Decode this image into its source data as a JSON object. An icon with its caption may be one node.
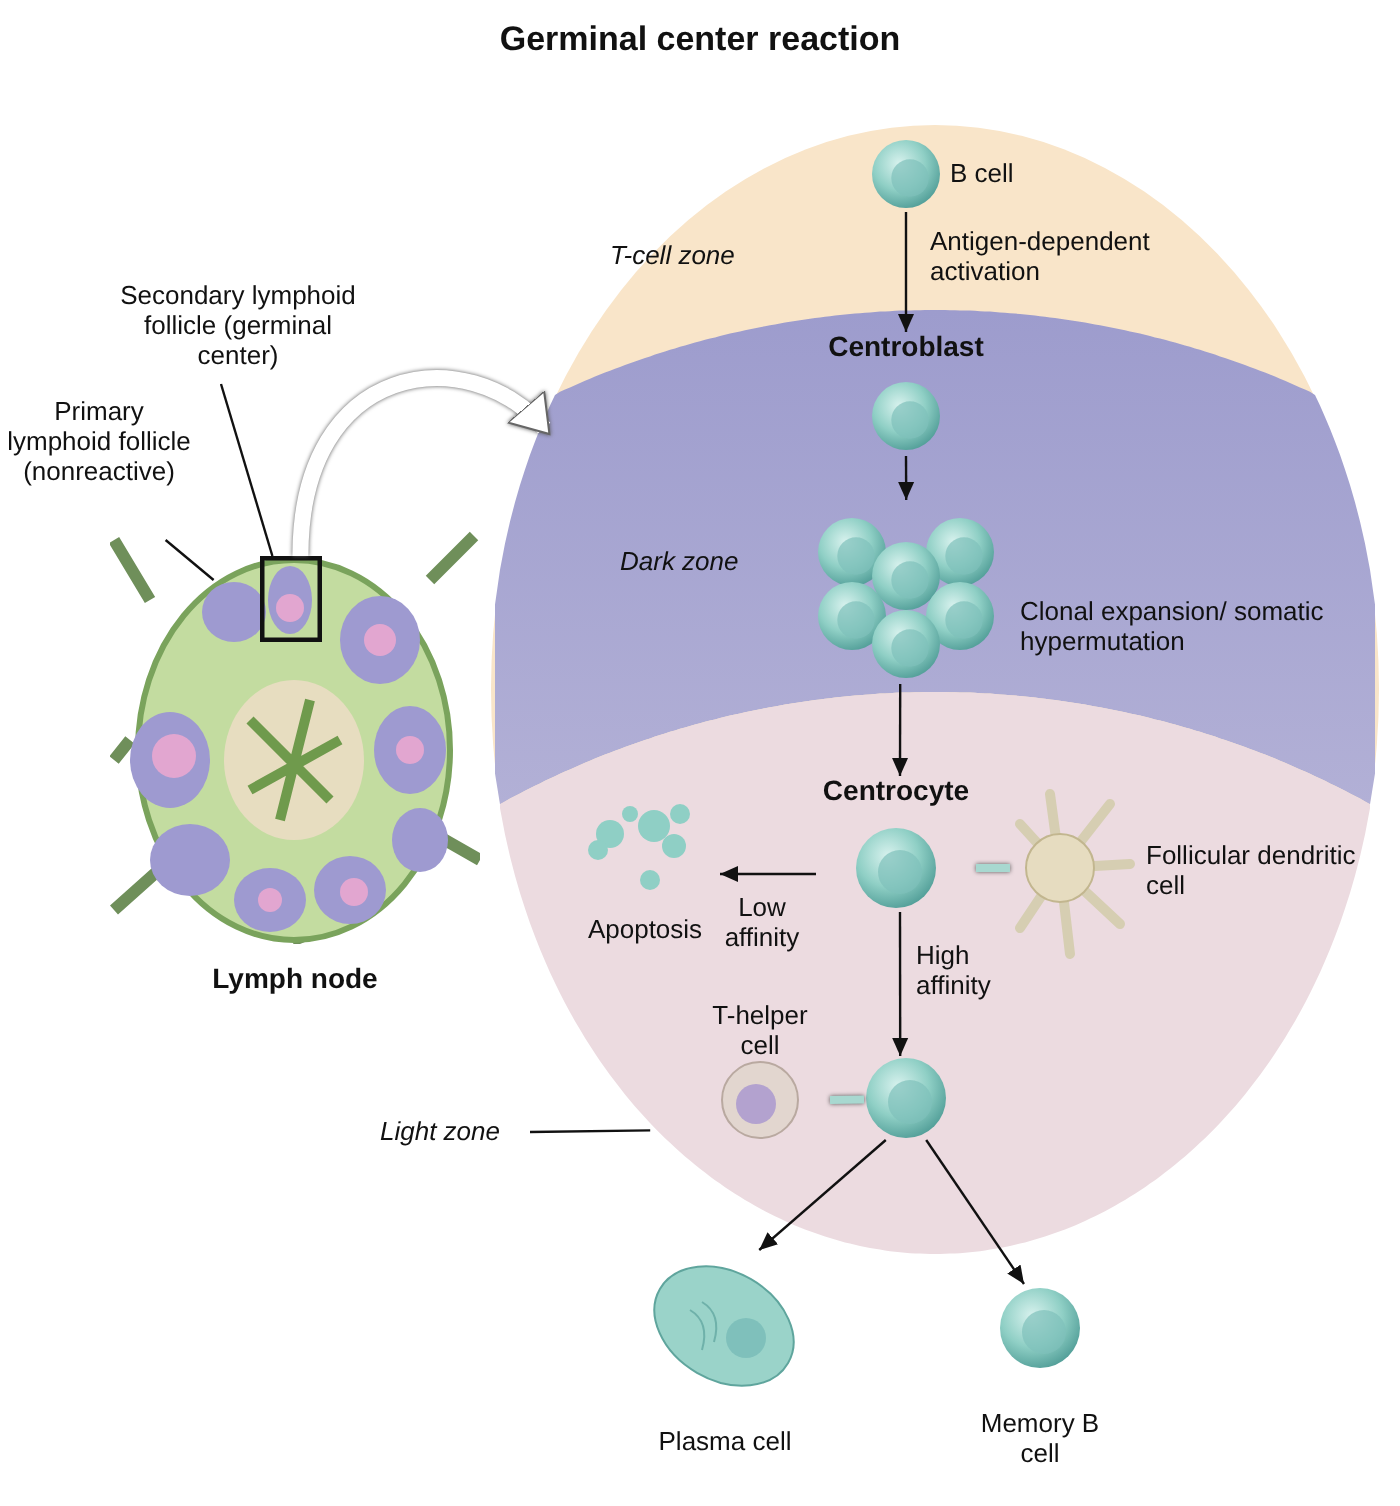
{
  "diagram": {
    "title": "Germinal center reaction",
    "nodes": [
      {
        "text": [
          "Lymph node"
        ]
      },
      {
        "text": [
          "Primary lymphoid follicle (nonreactive)"
        ]
      },
      {
        "text": [],
        "shape": "ellipse",
        "in": 0
      },
      {
        "text": [
          "Secondary lymphoid follicle (germinal center)"
        ]
      },
      {
        "text": [],
        "shape": "box",
        "in": 0
      },
      {
        "text": [
          "T-cell zone"
        ]
      },
      {
        "text": [
          "Dark zone"
        ],
        "in": 5
      },
      {
        "text": [],
        "shape": "band",
        "in": 5
      },
      {
        "text": [
          "B cell"
        ],
        "in": 5
      },
      {
        "text": [
          "Centroblast"
        ],
        "in": 6
      },
      {
        "text": [
          "Clonal expansion/ somatic hypermutation"
        ],
        "in": 6
      },
      {
        "text": [
          "Centrocyte"
        ],
        "in": 7
      },
      {
        "text": [
          "Follicular dendritic cell"
        ],
        "in": 7
      },
      {
        "text": [
          "Apoptosis"
        ],
        "in": 7
      },
      {
        "text": [
          "T-helper cell"
        ],
        "in": 7
      },
      {
        "text": [],
        "shape": "circle",
        "in": 7
      },
      {
        "text": [
          "Plasma cell"
        ]
      },
      {
        "text": [
          "Memory B cell"
        ]
      },
      {
        "text": [
          "Light zone"
        ]
      }
    ],
    "edges": [
      {
        "from": 1,
        "to": 2,
        "arrow": "none"
      },
      {
        "from": 3,
        "to": 4,
        "arrow": "none"
      },
      {
        "from": 4,
        "to": 5,
        "arrow": "to",
        "style": "thick",
        "color": "#ffffff"
      },
      {
        "from": 8,
        "to": 9,
        "arrow": "to",
        "label": "Antigen-dependent activation"
      },
      {
        "from": 9,
        "to": 10,
        "arrow": "to"
      },
      {
        "from": 10,
        "to": 11,
        "arrow": "to"
      },
      {
        "from": 11,
        "to": 12,
        "arrow": "none",
        "style": "thick",
        "color": "#a8d8d0"
      },
      {
        "from": 11,
        "to": 13,
        "arrow": "to",
        "label": "Low affinity"
      },
      {
        "from": 11,
        "to": 15,
        "arrow": "to",
        "label": "High affinity"
      },
      {
        "from": 14,
        "to": 15,
        "arrow": "none",
        "style": "thick",
        "color": "#a8d8d0"
      },
      {
        "from": 15,
        "to": 16,
        "arrow": "to"
      },
      {
        "from": 15,
        "to": 17,
        "arrow": "to"
      },
      {
        "from": 18,
        "to": 7,
        "arrow": "none"
      }
    ]
  }
}
